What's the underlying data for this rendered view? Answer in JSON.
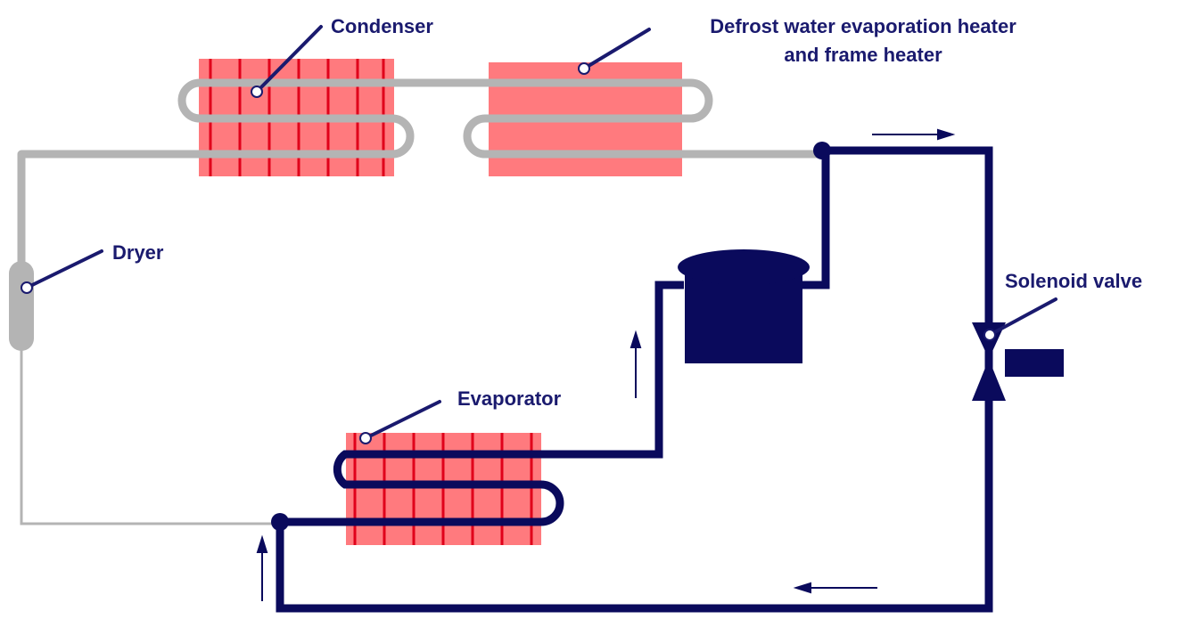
{
  "labels": {
    "condenser": "Condenser",
    "defrost_line1": "Defrost water evaporation heater",
    "defrost_line2": "and frame heater",
    "dryer": "Dryer",
    "solenoid_valve": "Solenoid valve",
    "evaporator": "Evaporator"
  },
  "colors": {
    "label_text": "#1a1a6e",
    "hot_pipe": "#b4b4b4",
    "cold_pipe": "#0a0a5c",
    "heater_fill": "#ff7a7e",
    "heater_stripe": "#e0001a",
    "background": "#ffffff"
  }
}
